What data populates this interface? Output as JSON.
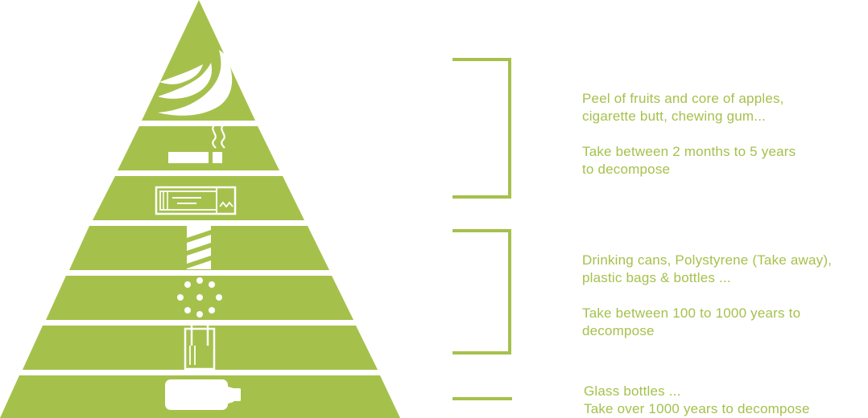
{
  "colors": {
    "accent": "#a5c14c",
    "icon": "#ffffff"
  },
  "tiers": [
    {
      "icon": "banana-icon"
    },
    {
      "icon": "cigarette-icon"
    },
    {
      "icon": "chewing-gum-icon"
    },
    {
      "icon": "can-icon"
    },
    {
      "icon": "polystyrene-icon"
    },
    {
      "icon": "plastic-bag-icon"
    },
    {
      "icon": "glass-bottle-icon"
    }
  ],
  "groups": [
    {
      "items": "Peel of fruits and core of apples,",
      "items_cont": "cigarette butt, chewing gum...",
      "duration": "Take between 2 months to 5 years",
      "duration_cont": "to decompose"
    },
    {
      "items": "Drinking cans, Polystyrene (Take away),",
      "items_cont": "plastic bags & bottles ...",
      "duration": "Take between 100 to 1000 years to",
      "duration_cont": "decompose"
    },
    {
      "items": "Glass bottles ...",
      "duration": "Take over 1000 years to decompose"
    }
  ]
}
